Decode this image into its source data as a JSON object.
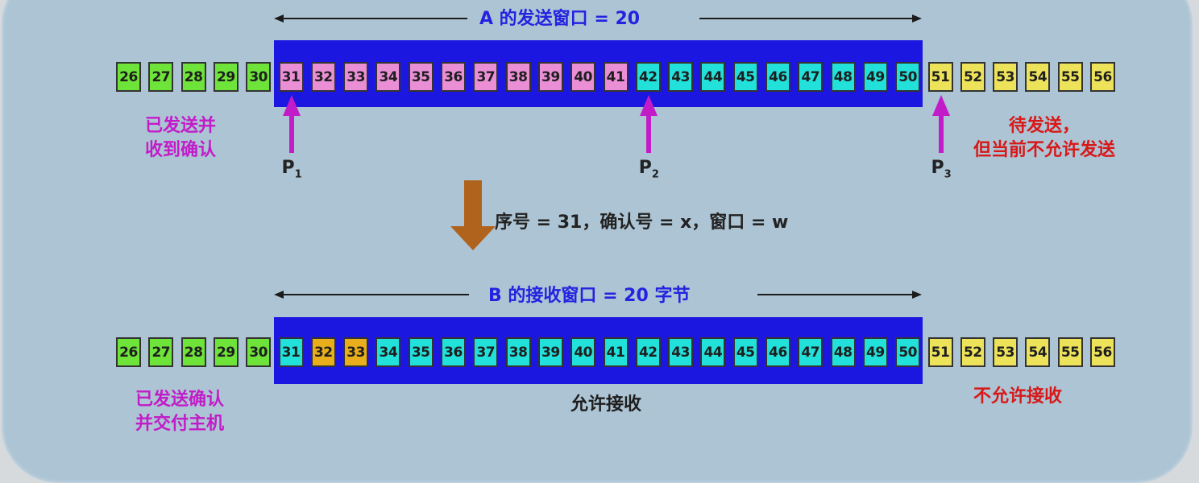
{
  "colors": {
    "window": "#1b16e0",
    "acked": "#6ee33a",
    "sent_unacked": "#ea8fd6",
    "allowed": "#22e0da",
    "not_allowed": "#ece35a",
    "out_of_order": "#e8ae1c",
    "pointer": "#c21cc8",
    "title_blue": "#2323e0",
    "note_magenta": "#c21cc8",
    "note_red": "#d81818",
    "segment_arrow": "#b0631c"
  },
  "sender": {
    "title": "A 的发送窗口 = 20",
    "boxes": [
      {
        "n": "26",
        "state": "acked"
      },
      {
        "n": "27",
        "state": "acked"
      },
      {
        "n": "28",
        "state": "acked"
      },
      {
        "n": "29",
        "state": "acked"
      },
      {
        "n": "30",
        "state": "acked"
      },
      {
        "n": "31",
        "state": "sent_unacked"
      },
      {
        "n": "32",
        "state": "sent_unacked"
      },
      {
        "n": "33",
        "state": "sent_unacked"
      },
      {
        "n": "34",
        "state": "sent_unacked"
      },
      {
        "n": "35",
        "state": "sent_unacked"
      },
      {
        "n": "36",
        "state": "sent_unacked"
      },
      {
        "n": "37",
        "state": "sent_unacked"
      },
      {
        "n": "38",
        "state": "sent_unacked"
      },
      {
        "n": "39",
        "state": "sent_unacked"
      },
      {
        "n": "40",
        "state": "sent_unacked"
      },
      {
        "n": "41",
        "state": "sent_unacked"
      },
      {
        "n": "42",
        "state": "allowed"
      },
      {
        "n": "43",
        "state": "allowed"
      },
      {
        "n": "44",
        "state": "allowed"
      },
      {
        "n": "45",
        "state": "allowed"
      },
      {
        "n": "46",
        "state": "allowed"
      },
      {
        "n": "47",
        "state": "allowed"
      },
      {
        "n": "48",
        "state": "allowed"
      },
      {
        "n": "49",
        "state": "allowed"
      },
      {
        "n": "50",
        "state": "allowed"
      },
      {
        "n": "51",
        "state": "not_allowed"
      },
      {
        "n": "52",
        "state": "not_allowed"
      },
      {
        "n": "53",
        "state": "not_allowed"
      },
      {
        "n": "54",
        "state": "not_allowed"
      },
      {
        "n": "55",
        "state": "not_allowed"
      },
      {
        "n": "56",
        "state": "not_allowed"
      }
    ],
    "pointers": [
      {
        "label": "P",
        "sub": "1",
        "at": "31"
      },
      {
        "label": "P",
        "sub": "2",
        "at": "42"
      },
      {
        "label": "P",
        "sub": "3",
        "at": "51"
      }
    ],
    "left_note": [
      "已发送并",
      "收到确认"
    ],
    "right_note": [
      "待发送，",
      "但当前不允许发送"
    ]
  },
  "segment": {
    "header": "序号 = 31，确认号 = x，窗口 = w"
  },
  "receiver": {
    "title": "B 的接收窗口 = 20 字节",
    "boxes": [
      {
        "n": "26",
        "state": "acked"
      },
      {
        "n": "27",
        "state": "acked"
      },
      {
        "n": "28",
        "state": "acked"
      },
      {
        "n": "29",
        "state": "acked"
      },
      {
        "n": "30",
        "state": "acked"
      },
      {
        "n": "31",
        "state": "allowed"
      },
      {
        "n": "32",
        "state": "out_of_order"
      },
      {
        "n": "33",
        "state": "out_of_order"
      },
      {
        "n": "34",
        "state": "allowed"
      },
      {
        "n": "35",
        "state": "allowed"
      },
      {
        "n": "36",
        "state": "allowed"
      },
      {
        "n": "37",
        "state": "allowed"
      },
      {
        "n": "38",
        "state": "allowed"
      },
      {
        "n": "39",
        "state": "allowed"
      },
      {
        "n": "40",
        "state": "allowed"
      },
      {
        "n": "41",
        "state": "allowed"
      },
      {
        "n": "42",
        "state": "allowed"
      },
      {
        "n": "43",
        "state": "allowed"
      },
      {
        "n": "44",
        "state": "allowed"
      },
      {
        "n": "45",
        "state": "allowed"
      },
      {
        "n": "46",
        "state": "allowed"
      },
      {
        "n": "47",
        "state": "allowed"
      },
      {
        "n": "48",
        "state": "allowed"
      },
      {
        "n": "49",
        "state": "allowed"
      },
      {
        "n": "50",
        "state": "allowed"
      },
      {
        "n": "51",
        "state": "not_allowed"
      },
      {
        "n": "52",
        "state": "not_allowed"
      },
      {
        "n": "53",
        "state": "not_allowed"
      },
      {
        "n": "54",
        "state": "not_allowed"
      },
      {
        "n": "55",
        "state": "not_allowed"
      },
      {
        "n": "56",
        "state": "not_allowed"
      }
    ],
    "left_note": [
      "已发送确认",
      "并交付主机"
    ],
    "center_note": "允许接收",
    "right_note": "不允许接收"
  }
}
